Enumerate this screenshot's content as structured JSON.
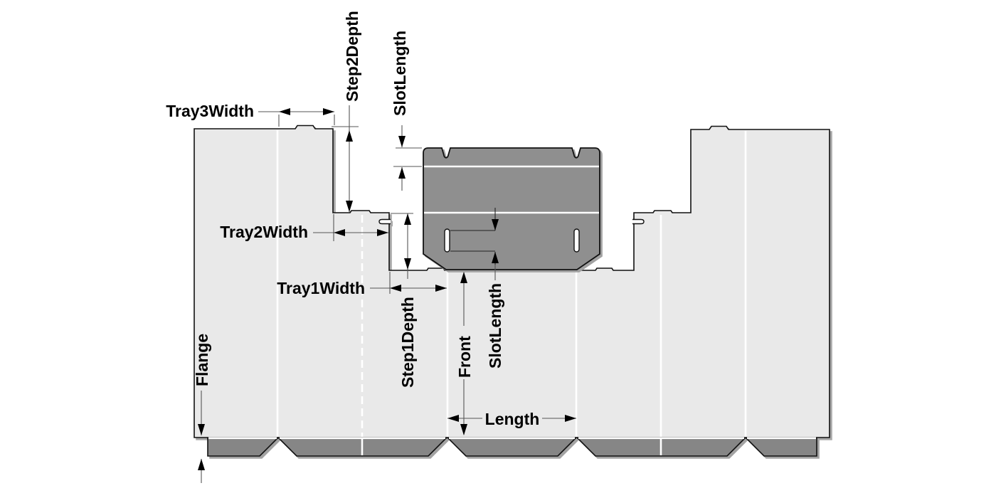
{
  "diagram": {
    "type": "packaging-dieline",
    "labels": {
      "tray3width": "Tray3Width",
      "step2depth": "Step2Depth",
      "slotlength_top": "SlotLength",
      "tray2width": "Tray2Width",
      "tray1width": "Tray1Width",
      "step1depth": "Step1Depth",
      "front": "Front",
      "slotlength_bottom": "SlotLength",
      "length": "Length",
      "flange": "Flange"
    },
    "colors": {
      "background": "#ffffff",
      "sheet_panel": "#e9e9e9",
      "lid_panel": "#8f8f8f",
      "glue_flap": "#868686",
      "cut_outline": "#111111",
      "crease_line": "#ffffff",
      "dimension_line": "#555555",
      "arrowhead": "#000000",
      "drop_shadow": "#a9a9a9"
    }
  }
}
